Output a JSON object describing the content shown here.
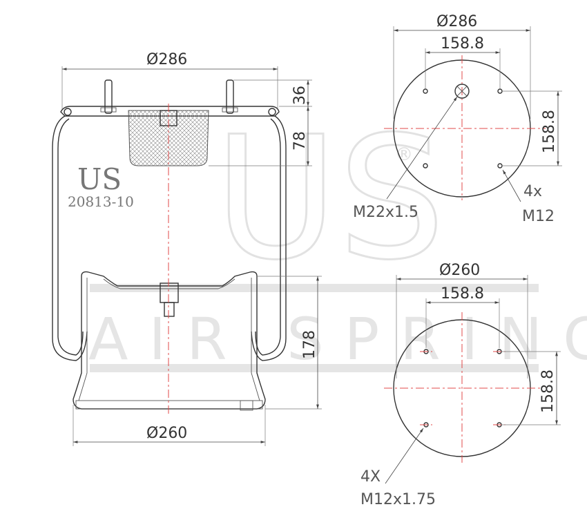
{
  "watermark": {
    "letters": "US",
    "registered": "®",
    "tagline": "AIR SPRING"
  },
  "label": {
    "brand": "US",
    "part_number": "20813-10"
  },
  "side_view": {
    "top_diameter": "Ø286",
    "stud_height": "36",
    "plate_depth": "78",
    "piston_height": "178",
    "bottom_diameter": "Ø260"
  },
  "top_plate_view": {
    "diameter": "Ø286",
    "bolt_spacing_horizontal": "158.8",
    "bolt_spacing_vertical": "158.8",
    "center_thread": "M22x1.5",
    "bolt_count": "4x",
    "bolt_thread": "M12"
  },
  "bottom_plate_view": {
    "diameter": "Ø260",
    "bolt_spacing_horizontal": "158.8",
    "bolt_spacing_vertical": "158.8",
    "bolt_count": "4X",
    "bolt_thread": "M12x1.75"
  },
  "colors": {
    "line": "#333333",
    "center_line": "#e04848",
    "watermark": "#e2e2e2",
    "background": "#ffffff"
  }
}
